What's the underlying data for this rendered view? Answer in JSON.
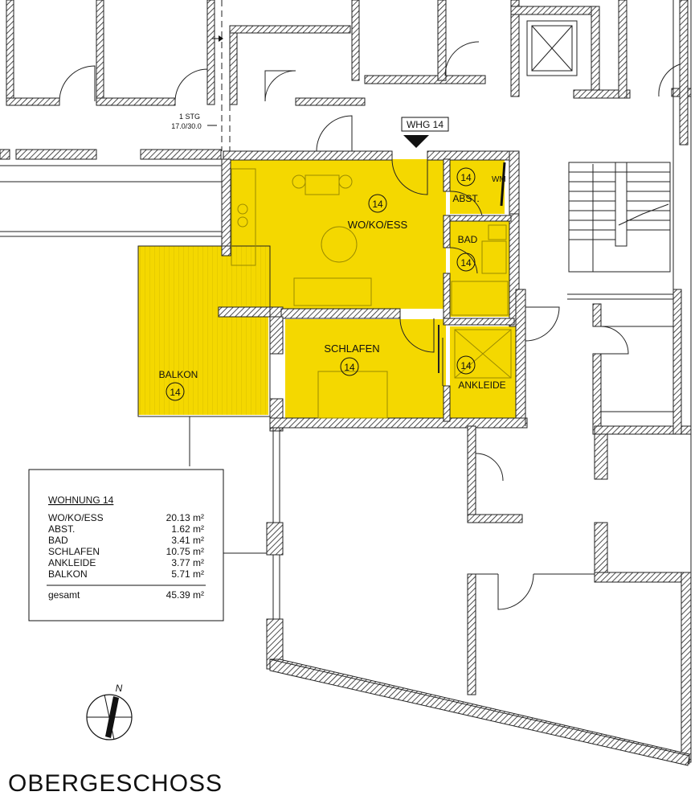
{
  "plan": {
    "floor_title": "OBERGESCHOSS",
    "unit_marker": "WHG 14",
    "stair_label": "1 STG",
    "stair_ratio": "17.0/30.0",
    "north_label": "N",
    "wm_label": "WM",
    "apartment_color": "#F4D800",
    "rooms": [
      {
        "label": "WO/KO/ESS",
        "number": "14"
      },
      {
        "label": "ABST.",
        "number": "14"
      },
      {
        "label": "BAD",
        "number": "14"
      },
      {
        "label": "SCHLAFEN",
        "number": "14"
      },
      {
        "label": "ANKLEIDE",
        "number": "14"
      },
      {
        "label": "BALKON",
        "number": "14"
      }
    ],
    "area_table": {
      "title": "WOHNUNG 14",
      "rows": [
        {
          "name": "WO/KO/ESS",
          "area": "20.13 m²"
        },
        {
          "name": "ABST.",
          "area": "1.62 m²"
        },
        {
          "name": "BAD",
          "area": "3.41 m²"
        },
        {
          "name": "SCHLAFEN",
          "area": "10.75 m²"
        },
        {
          "name": "ANKLEIDE",
          "area": "3.77 m²"
        },
        {
          "name": "BALKON",
          "area": "5.71 m²"
        }
      ],
      "total_label": "gesamt",
      "total_area": "45.39 m²"
    }
  }
}
